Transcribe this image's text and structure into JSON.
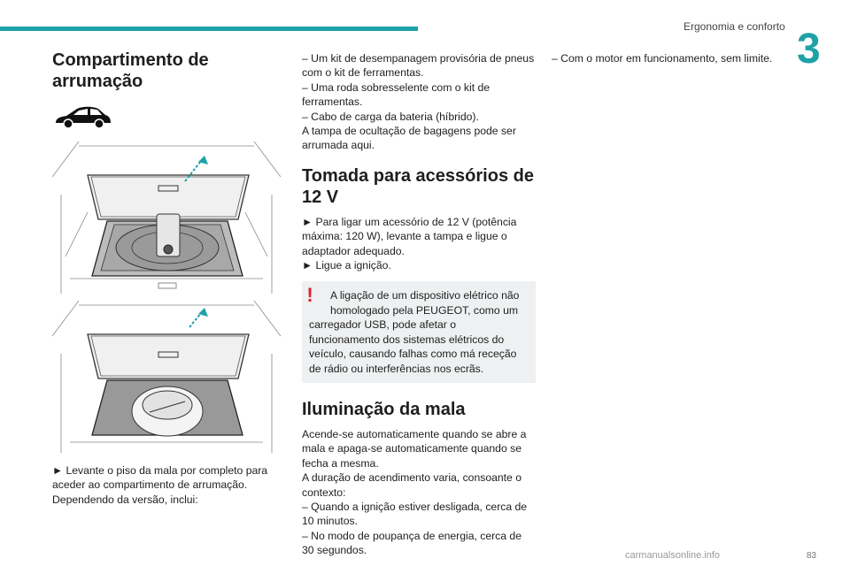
{
  "header": {
    "section": "Ergonomia e conforto",
    "chapter": "3"
  },
  "col1": {
    "title": "Compartimento de arrumação",
    "p1": "► Levante o piso da mala por completo para aceder ao compartimento de arrumação.",
    "p2": "Dependendo da versão, inclui:"
  },
  "col2": {
    "items": [
      "– Um kit de desempanagem provisória de pneus com o kit de ferramentas.",
      "– Uma roda sobresselente com o kit de ferramentas.",
      "– Cabo de carga da bateria (híbrido)."
    ],
    "note": "A tampa de ocultação de bagagens pode ser arrumada aqui.",
    "socket_title": "Tomada para acessórios de 12 V",
    "socket_steps": [
      "► Para ligar um acessório de 12 V (potência máxima: 120 W), levante a tampa e ligue o adaptador adequado.",
      "► Ligue a ignição."
    ],
    "warning_first": "A ligação de um dispositivo elétrico não homologado pela PEUGEOT, como um",
    "warning_rest": "carregador USB, pode afetar o funcionamento dos sistemas elétricos do veículo, causando falhas como má receção de rádio ou interferências nos ecrãs.",
    "light_title": "Iluminação da mala",
    "light_p1": "Acende-se automaticamente quando se abre a mala e apaga-se automaticamente quando se fecha a mesma.",
    "light_p2": "A duração de acendimento varia, consoante o contexto:",
    "light_items": [
      "– Quando a ignição estiver desligada, cerca de 10 minutos.",
      "– No modo de poupança de energia, cerca de 30 segundos."
    ]
  },
  "col3": {
    "items": [
      "– Com o motor em funcionamento, sem limite."
    ]
  },
  "footer": {
    "page": "83",
    "site": "carmanualsonline.info"
  },
  "colors": {
    "accent": "#1fa1a8",
    "warning": "#e51d2a",
    "warning_bg": "#eef0f1"
  }
}
